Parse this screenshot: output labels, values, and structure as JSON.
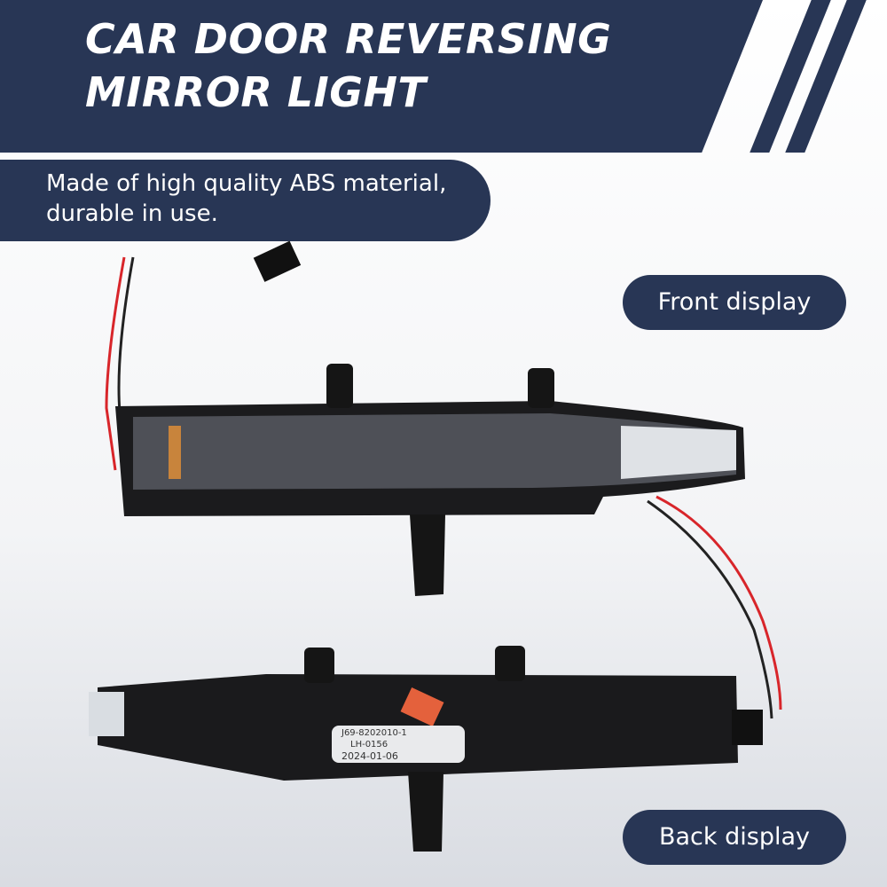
{
  "header": {
    "title_line1": "CAR DOOR REVERSING",
    "title_line2": "MIRROR LIGHT"
  },
  "feature": {
    "line1": "Made of high quality ABS material,",
    "line2": "durable in use."
  },
  "labels": {
    "front": "Front display",
    "back": "Back display"
  },
  "product_label": {
    "line1": "J69-8202010-1",
    "line2": "LH-0156",
    "line3": "2024-01-06"
  },
  "colors": {
    "brand": "#283655",
    "wire_red": "#d8252a"
  }
}
